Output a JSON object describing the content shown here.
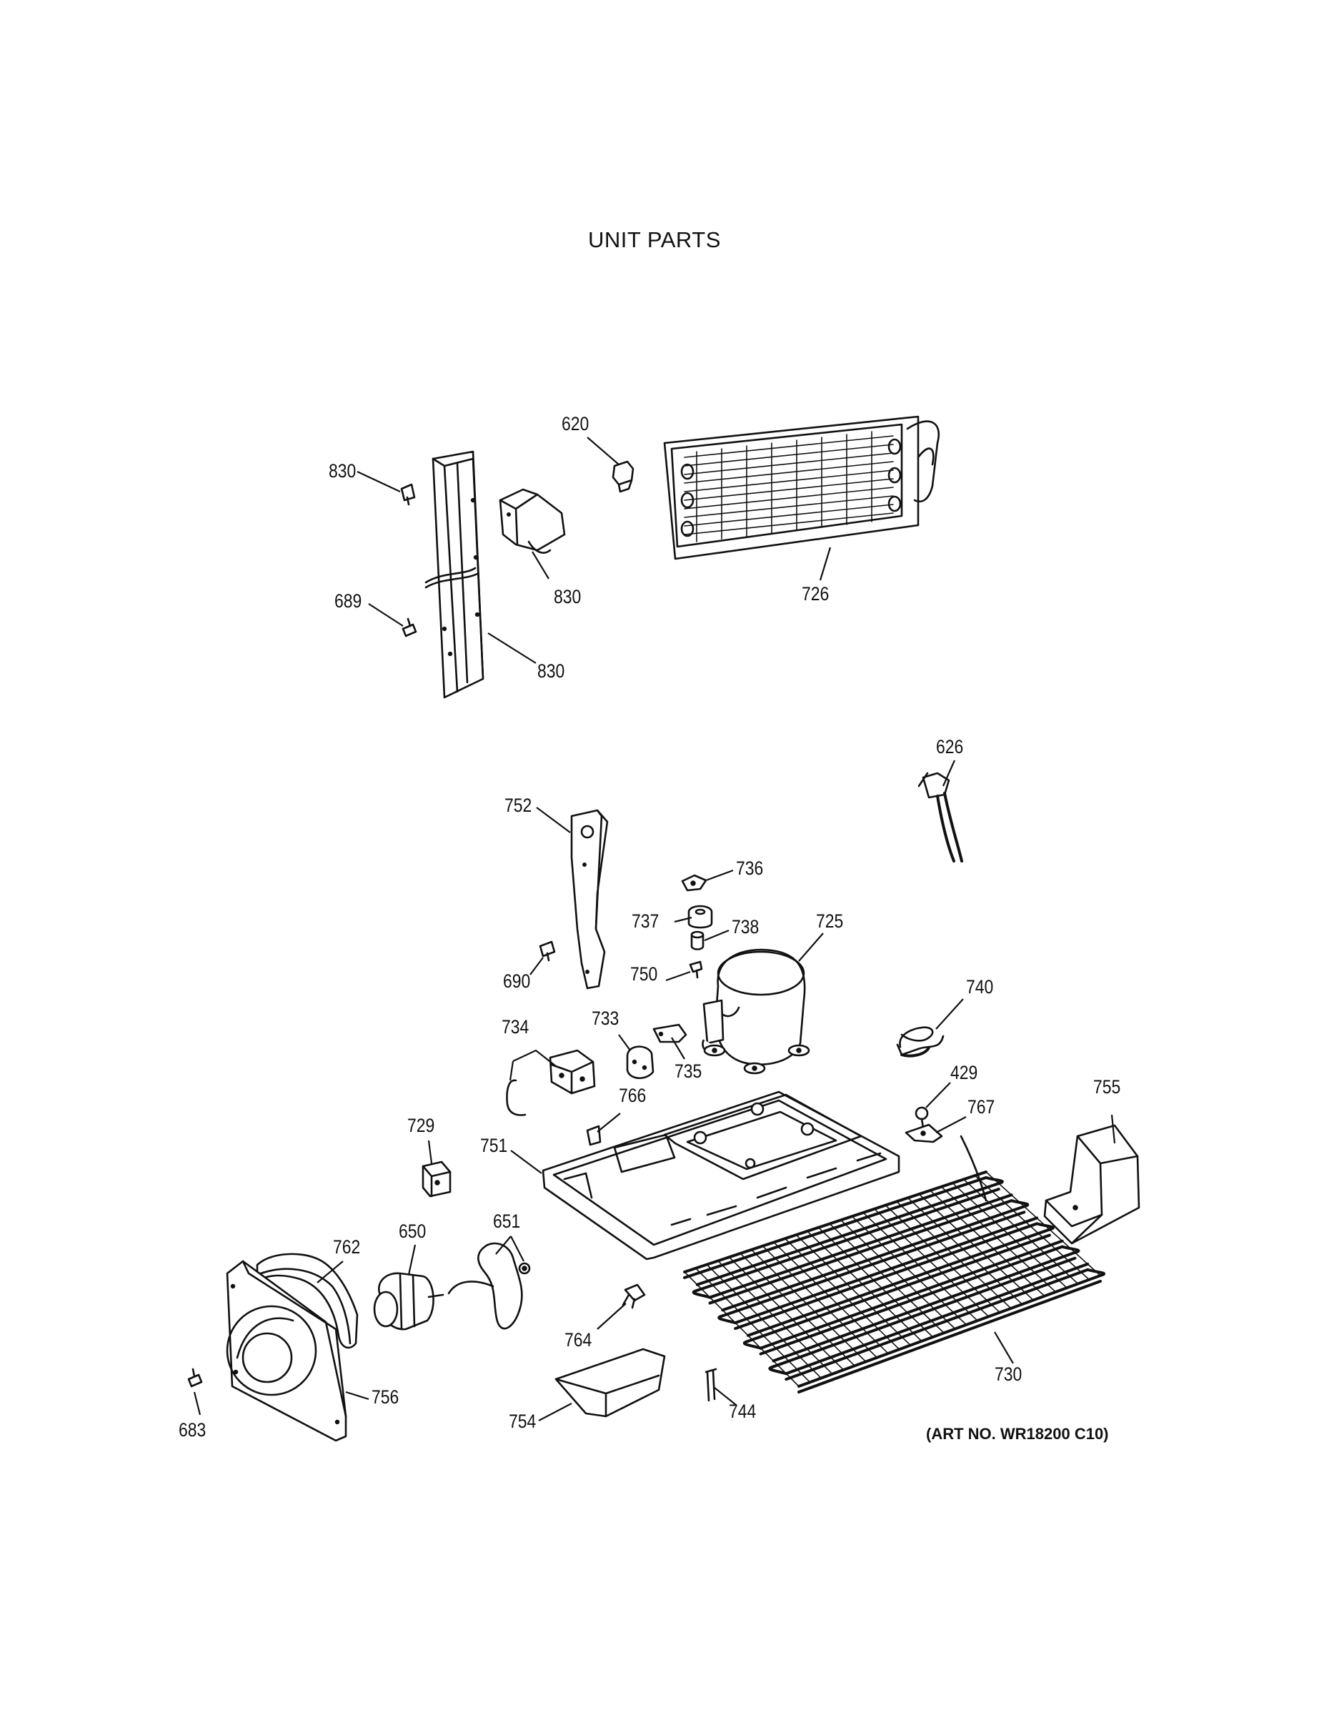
{
  "title": "UNIT PARTS",
  "art_number": "(ART NO. WR18200 C10)",
  "callouts": [
    {
      "id": "c620",
      "label": "620",
      "part": "part-620"
    },
    {
      "id": "c830a",
      "label": "830",
      "part": "screw-830"
    },
    {
      "id": "c830b",
      "label": "830",
      "part": "bracket-830"
    },
    {
      "id": "c830c",
      "label": "830",
      "part": "channel-830"
    },
    {
      "id": "c689",
      "label": "689",
      "part": "screw-689"
    },
    {
      "id": "c726",
      "label": "726",
      "part": "condenser-726"
    },
    {
      "id": "c626",
      "label": "626",
      "part": "cord-626"
    },
    {
      "id": "c752",
      "label": "752",
      "part": "support-752"
    },
    {
      "id": "c736",
      "label": "736",
      "part": "clip-736"
    },
    {
      "id": "c737",
      "label": "737",
      "part": "grommet-737"
    },
    {
      "id": "c738",
      "label": "738",
      "part": "sleeve-738"
    },
    {
      "id": "c725",
      "label": "725",
      "part": "compressor-725"
    },
    {
      "id": "c750",
      "label": "750",
      "part": "screw-750"
    },
    {
      "id": "c690",
      "label": "690",
      "part": "screw-690"
    },
    {
      "id": "c740",
      "label": "740",
      "part": "harness-740"
    },
    {
      "id": "c734",
      "label": "734",
      "part": "relay-734"
    },
    {
      "id": "c733",
      "label": "733",
      "part": "overload-733"
    },
    {
      "id": "c735",
      "label": "735",
      "part": "cover-735"
    },
    {
      "id": "c429",
      "label": "429",
      "part": "screw-429"
    },
    {
      "id": "c767",
      "label": "767",
      "part": "clamp-767"
    },
    {
      "id": "c755",
      "label": "755",
      "part": "bracket-755"
    },
    {
      "id": "c766",
      "label": "766",
      "part": "clip-766"
    },
    {
      "id": "c729",
      "label": "729",
      "part": "capacitor-729"
    },
    {
      "id": "c751",
      "label": "751",
      "part": "base-751"
    },
    {
      "id": "c651",
      "label": "651",
      "part": "fan-blade-651"
    },
    {
      "id": "c650",
      "label": "650",
      "part": "motor-650"
    },
    {
      "id": "c762",
      "label": "762",
      "part": "seal-762"
    },
    {
      "id": "c764",
      "label": "764",
      "part": "clip-764"
    },
    {
      "id": "c683",
      "label": "683",
      "part": "screw-683"
    },
    {
      "id": "c756",
      "label": "756",
      "part": "shroud-756"
    },
    {
      "id": "c754",
      "label": "754",
      "part": "pan-754"
    },
    {
      "id": "c744",
      "label": "744",
      "part": "clip-744"
    },
    {
      "id": "c730",
      "label": "730",
      "part": "coil-730"
    }
  ]
}
